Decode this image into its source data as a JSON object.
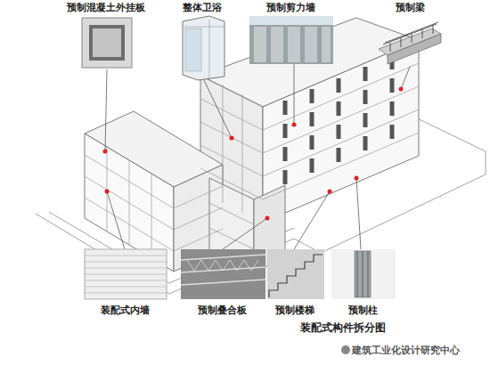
{
  "diagram": {
    "caption": "装配式构件拆分图",
    "nodes": [
      {
        "text": [
          "预制混凝土外挂板"
        ]
      },
      {
        "text": [
          "整体卫浴"
        ]
      },
      {
        "text": [
          "预制剪力墙"
        ]
      },
      {
        "text": [
          "预制梁"
        ]
      },
      {
        "text": [
          "装配式内墙"
        ]
      },
      {
        "text": [
          "预制叠合板"
        ]
      },
      {
        "text": [
          "预制楼梯"
        ]
      },
      {
        "text": [
          "预制柱"
        ]
      }
    ],
    "labels": [
      "建筑工业化设计研究中心"
    ]
  }
}
